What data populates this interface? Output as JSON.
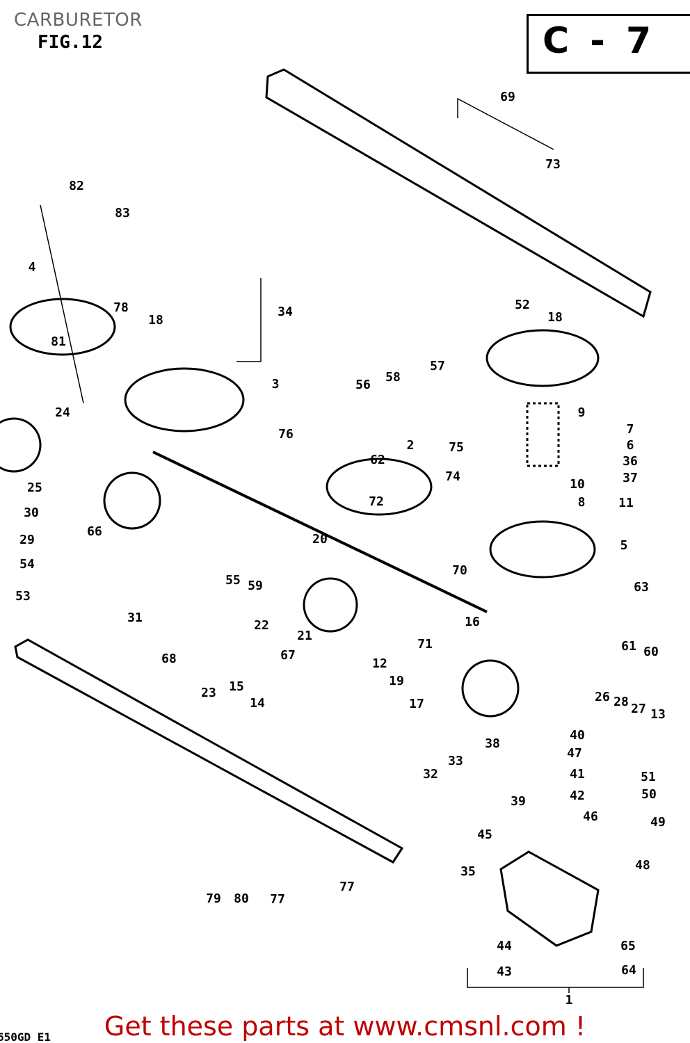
{
  "header": {
    "title": "CARBURETOR",
    "figure": "FIG.12",
    "section_code": "C - 7"
  },
  "footer": {
    "promo": "Get these parts at www.cmsnl.com !",
    "model_code": "650GD E1"
  },
  "diagram": {
    "part_labels": [
      "69",
      "73",
      "82",
      "83",
      "4",
      "78",
      "18",
      "34",
      "81",
      "3",
      "52",
      "18",
      "56",
      "58",
      "57",
      "9",
      "7",
      "6",
      "36",
      "37",
      "10",
      "8",
      "11",
      "76",
      "2",
      "75",
      "62",
      "74",
      "24",
      "25",
      "72",
      "5",
      "30",
      "66",
      "29",
      "20",
      "54",
      "55",
      "59",
      "70",
      "53",
      "63",
      "31",
      "22",
      "16",
      "21",
      "71",
      "68",
      "67",
      "61",
      "60",
      "12",
      "19",
      "15",
      "23",
      "14",
      "17",
      "26",
      "28",
      "27",
      "13",
      "40",
      "38",
      "47",
      "33",
      "32",
      "41",
      "51",
      "42",
      "50",
      "39",
      "46",
      "49",
      "45",
      "48",
      "35",
      "79",
      "80",
      "77",
      "77",
      "44",
      "65",
      "43",
      "64",
      "1"
    ]
  }
}
